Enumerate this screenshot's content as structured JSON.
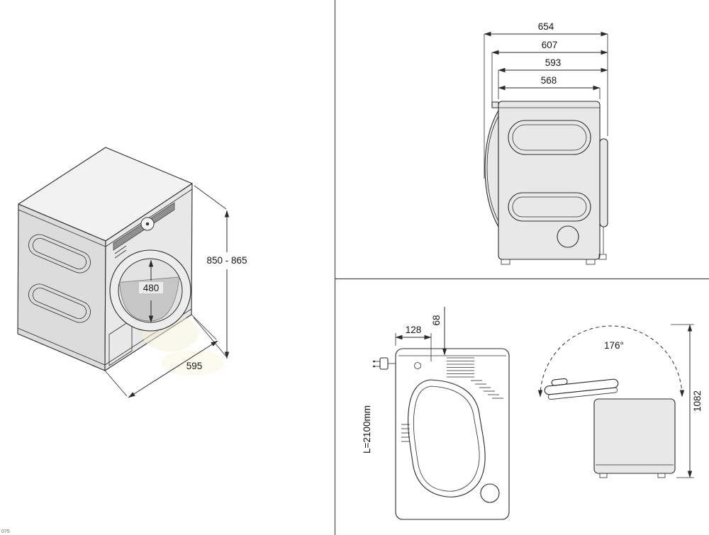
{
  "drawing": {
    "line_color": "#2b2b2b",
    "background": "#ffffff"
  },
  "isometric_view": {
    "height_dim": "850 - 865",
    "door_dim": "480",
    "width_dim": "595"
  },
  "side_view": {
    "depth_dims": [
      "654",
      "607",
      "593",
      "568"
    ]
  },
  "top_view": {
    "left_offset_dim": "128",
    "vent_offset_dim": "68",
    "cable_length": "L=2100mm"
  },
  "lid_view": {
    "opening_angle": "176°",
    "open_height_dim": "1082"
  },
  "footer": {
    "doc_number": "075"
  }
}
